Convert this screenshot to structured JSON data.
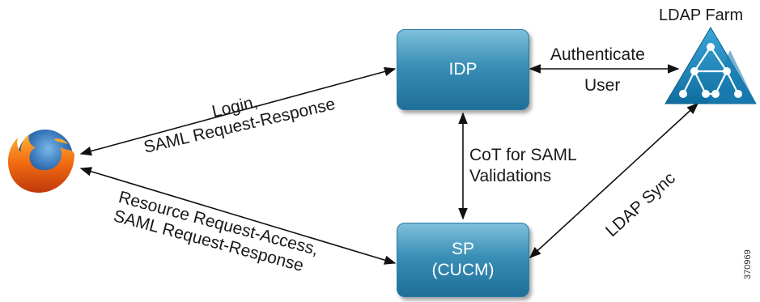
{
  "nodes": {
    "idp": {
      "label": "IDP"
    },
    "sp": {
      "line1": "SP",
      "line2": "(CUCM)"
    },
    "ldap": {
      "label": "LDAP Farm"
    },
    "browser": {
      "icon": "firefox-icon"
    }
  },
  "edges": {
    "login": {
      "line1": "Login,",
      "line2": "SAML Request-Response"
    },
    "resource": {
      "line1": "Resource Request-Access,",
      "line2": "SAML Request-Response"
    },
    "authenticate": {
      "line1": "Authenticate",
      "line2": "User"
    },
    "cot": {
      "line1": "CoT for SAML",
      "line2": "Validations"
    },
    "ldap_sync": {
      "label": "LDAP Sync"
    }
  },
  "figure_id": "370969",
  "colors": {
    "box": "#2f86b0",
    "line": "#111111",
    "ldap": "#1a86b8"
  }
}
